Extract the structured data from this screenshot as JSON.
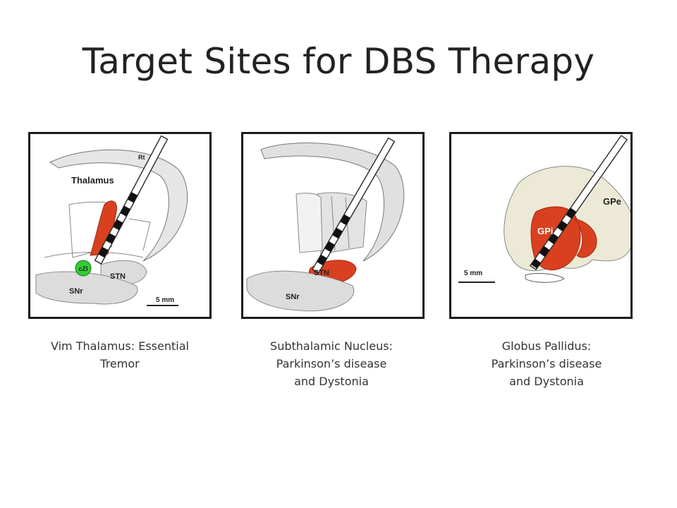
{
  "title": "Target Sites for DBS Therapy",
  "panels": [
    {
      "labels": {
        "rt": "Rt",
        "thalamus": "Thalamus",
        "czi": "cZI",
        "stn": "STN",
        "snr": "SNr",
        "scale": "5 mm"
      },
      "caption": [
        "Vim Thalamus: Essential",
        "Tremor"
      ]
    },
    {
      "labels": {
        "stn": "STN",
        "snr": "SNr"
      },
      "caption": [
        "Subthalamic Nucleus:",
        "Parkinson’s disease",
        "and Dystonia"
      ]
    },
    {
      "labels": {
        "gpe": "GPe",
        "gpi": "GPi",
        "scale": "5 mm"
      },
      "caption": [
        "Globus Pallidus:",
        "Parkinson’s disease",
        "and Dystonia"
      ]
    }
  ],
  "colors": {
    "target": "#d9401f",
    "tissue": "#dcdcdc",
    "gpe": "#ece9d6",
    "czi": "#33cc33"
  }
}
